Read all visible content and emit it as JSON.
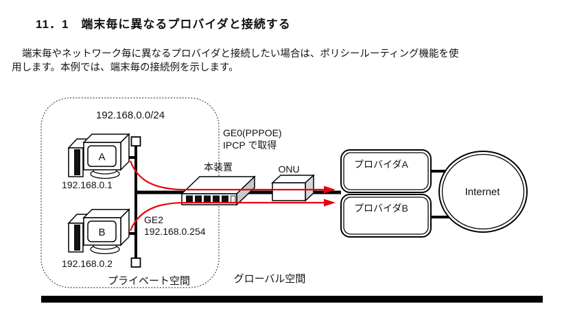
{
  "page": {
    "title": "11．1　端末毎に異なるプロバイダと接続する",
    "body_lines": [
      "端末毎やネットワーク毎に異なるプロバイダと接続したい場合は、ポリシールーティング機能を使",
      "用します。本例では、端末毎の接続例を示します。"
    ]
  },
  "diagram": {
    "private_zone": {
      "subnet": "192.168.0.0/24",
      "label": "プライベート空間"
    },
    "global_zone_label": "グローバル空間",
    "hosts": [
      {
        "name": "A",
        "ip": "192.168.0.1"
      },
      {
        "name": "B",
        "ip": "192.168.0.2"
      }
    ],
    "router": {
      "label": "本装置",
      "wan_line1": "GE0(PPPOE)",
      "wan_line2": "IPCP で取得",
      "lan_line1": "GE2",
      "lan_line2": "192.168.0.254"
    },
    "onu_label": "ONU",
    "providers": [
      {
        "label": "プロバイダA"
      },
      {
        "label": "プロバイダB"
      }
    ],
    "internet_label": "Internet",
    "colors": {
      "route_arrow": "#e8000f",
      "line": "#000000"
    }
  }
}
